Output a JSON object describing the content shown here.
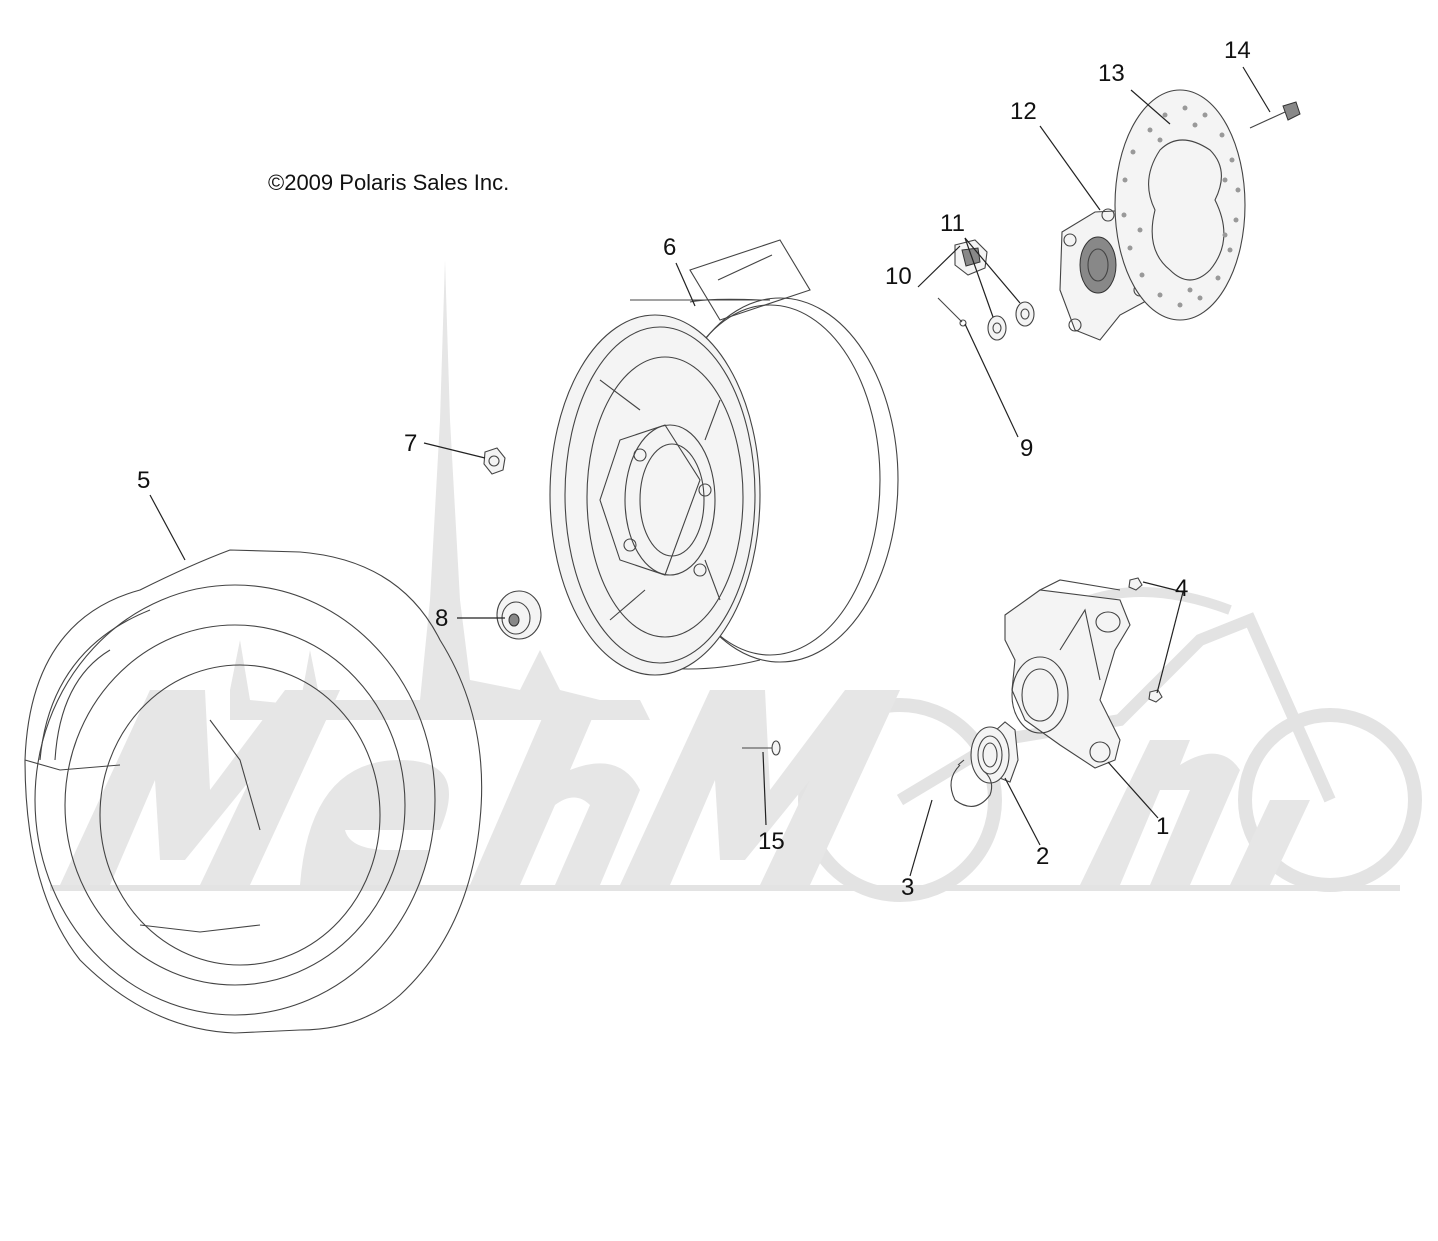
{
  "copyright": "©2009 Polaris Sales Inc.",
  "watermark": "MehMoto",
  "callouts": {
    "c1": "1",
    "c2": "2",
    "c3": "3",
    "c4": "4",
    "c5": "5",
    "c6": "6",
    "c7": "7",
    "c8": "8",
    "c9": "9",
    "c10": "10",
    "c11": "11",
    "c12": "12",
    "c13": "13",
    "c14": "14",
    "c15": "15"
  },
  "colors": {
    "line": "#444444",
    "watermark": "#e6e6e6",
    "background": "#ffffff"
  }
}
